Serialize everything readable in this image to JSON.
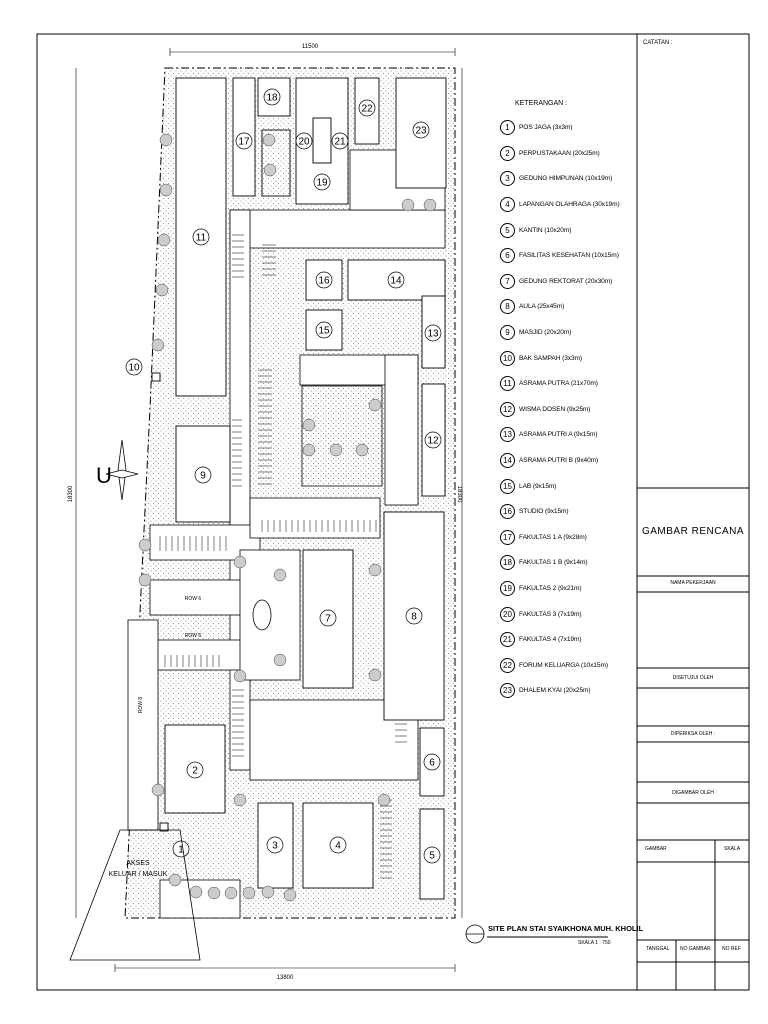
{
  "dimensions": {
    "width": "11500",
    "bottom": "13800",
    "left": "18300",
    "right": "18300"
  },
  "legend_title": "KETERANGAN :",
  "legend": [
    {
      "no": "1",
      "label": "POS JAGA (3x3m)"
    },
    {
      "no": "2",
      "label": "PERPUSTAKAAN (20x25m)"
    },
    {
      "no": "3",
      "label": "GEDUNG HIMPUNAN (10x19m)"
    },
    {
      "no": "4",
      "label": "LAPANGAN OLAHRAGA (30x19m)"
    },
    {
      "no": "5",
      "label": "KANTIN (10x20m)"
    },
    {
      "no": "6",
      "label": "FASILITAS KESEHATAN (10x15m)"
    },
    {
      "no": "7",
      "label": "GEDUNG REKTORAT (20x30m)"
    },
    {
      "no": "8",
      "label": "AULA (25x45m)"
    },
    {
      "no": "9",
      "label": "MASJID (20x20m)"
    },
    {
      "no": "10",
      "label": "BAK SAMPAH (3x3m)"
    },
    {
      "no": "11",
      "label": "ASRAMA PUTRA (21x70m)"
    },
    {
      "no": "12",
      "label": "WISMA DOSEN (9x25m)"
    },
    {
      "no": "13",
      "label": "ASRAMA PUTRI A (9x15m)"
    },
    {
      "no": "14",
      "label": "ASRAMA PUTRI B (9x40m)"
    },
    {
      "no": "15",
      "label": "LAB (9x15m)"
    },
    {
      "no": "16",
      "label": "STUDIO (9x15m)"
    },
    {
      "no": "17",
      "label": "FAKULTAS 1 A (9x28m)"
    },
    {
      "no": "18",
      "label": "FAKULTAS 1 B (9x14m)"
    },
    {
      "no": "19",
      "label": "FAKULTAS 2 (9x21m)"
    },
    {
      "no": "20",
      "label": "FAKULTAS 3 (7x19m)"
    },
    {
      "no": "21",
      "label": "FAKULTAS 4 (7x19m)"
    },
    {
      "no": "22",
      "label": "FORUM KELUARGA (10x15m)"
    },
    {
      "no": "23",
      "label": "DHALEM KYAI (20x25m)"
    }
  ],
  "plan_labels": {
    "north": "U",
    "road_a": "ROW 6",
    "road_b": "ROW 6",
    "road_c": "ROW 8",
    "access_1": "AKSES",
    "access_2": "KELUAR / MASUK"
  },
  "drawing_title": "SITE PLAN STAI SYAIKHONA MUH. KHOLIL",
  "scale_note": "SKALA 1 : 750",
  "title_block": {
    "catatan": "CATATAN :",
    "gambar_rencana": "GAMBAR RENCANA",
    "nama_pekerjaan": "NAMA PEKERJAAN",
    "disetujui": "DISETUJUI OLEH",
    "diperiksa": "DIPERIKSA OLEH :",
    "digambar": "DIGAMBAR OLEH",
    "gambar": "GAMBAR",
    "skala": "SKALA",
    "tanggal": "TANGGAL",
    "no_gambar": "NO GAMBAR",
    "no_ref": "NO REF"
  }
}
